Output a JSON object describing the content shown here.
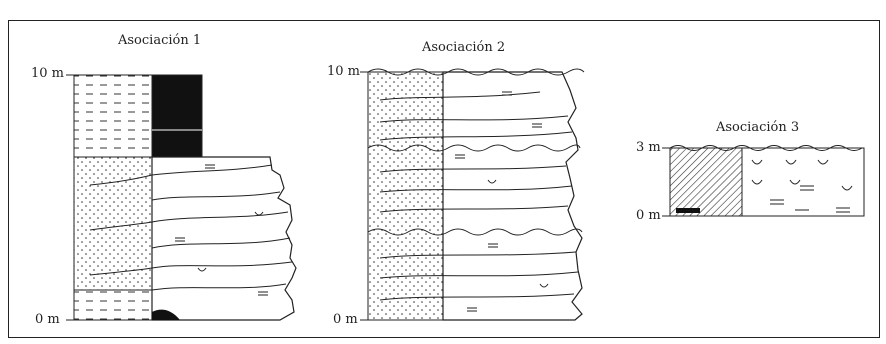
{
  "columns": [
    {
      "title": "Asociación 1",
      "top_label": "10 m",
      "bottom_label": "0 m"
    },
    {
      "title": "Asociación 2",
      "top_label": "10 m",
      "bottom_label": "0 m"
    },
    {
      "title": "Asociación 3",
      "top_label": "3 m",
      "bottom_label": "0 m"
    }
  ],
  "colors": {
    "ink": "#222222",
    "background": "#ffffff"
  }
}
